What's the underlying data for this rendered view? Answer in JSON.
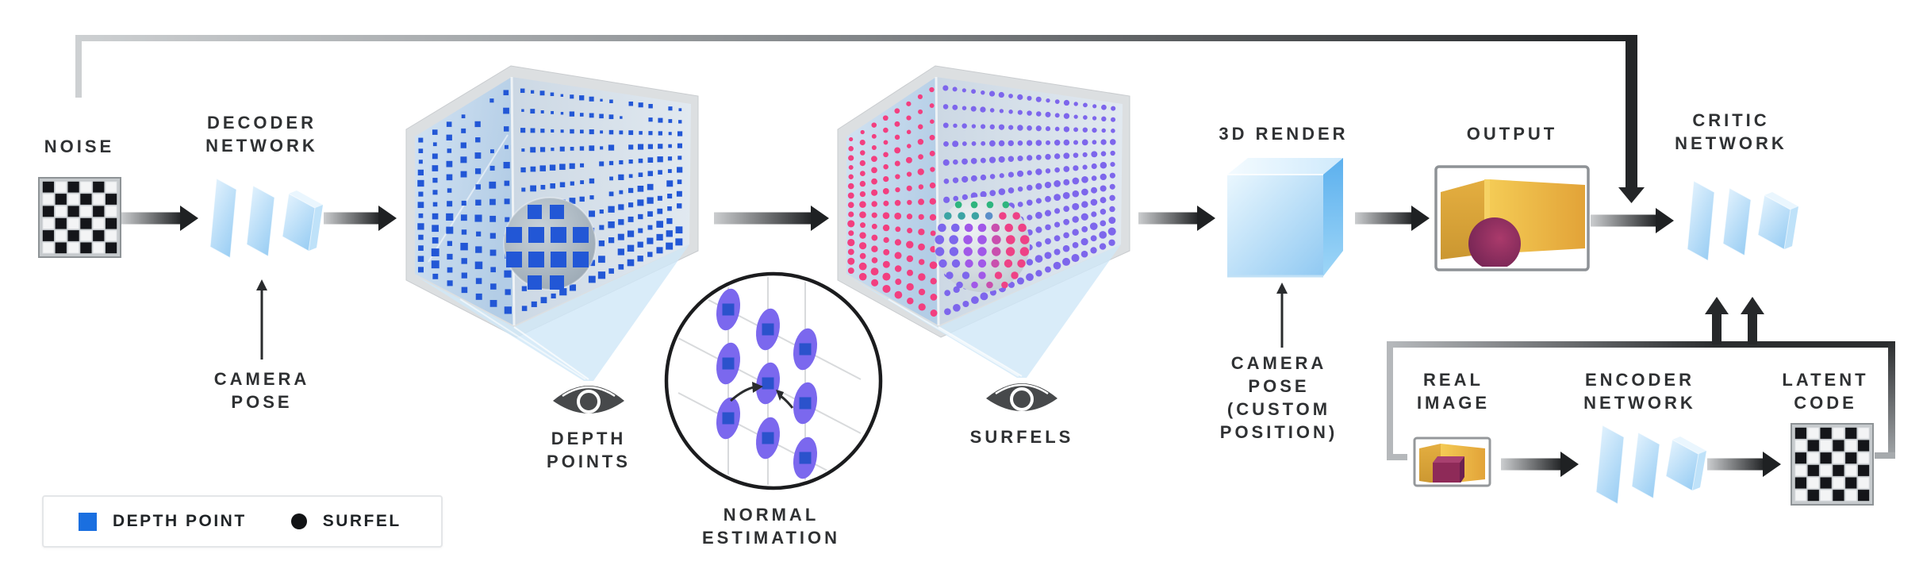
{
  "labels": {
    "noise": "NOISE",
    "decoder": [
      "DECODER",
      "NETWORK"
    ],
    "camera_pose": [
      "CAMERA",
      "POSE"
    ],
    "depth_points": [
      "DEPTH",
      "POINTS"
    ],
    "normal_estimation": [
      "NORMAL",
      "ESTIMATION"
    ],
    "surfels": "SURFELS",
    "render3d": "3D RENDER",
    "camera_pose_custom": [
      "CAMERA",
      "POSE",
      "(CUSTOM",
      "POSITION)"
    ],
    "output": "OUTPUT",
    "critic": [
      "CRITIC",
      "NETWORK"
    ],
    "real_image": [
      "REAL",
      "IMAGE"
    ],
    "encoder": [
      "ENCODER",
      "NETWORK"
    ],
    "latent_code": [
      "LATENT",
      "CODE"
    ]
  },
  "legend": {
    "items": [
      {
        "swatch": "depth-point-square",
        "label": "DEPTH POINT"
      },
      {
        "swatch": "surfel-dot",
        "label": "SURFEL"
      }
    ]
  },
  "icons": {
    "depth_view": "eye-icon",
    "surfel_view": "eye-icon"
  },
  "colors": {
    "depth_point": "#2257d6",
    "legend_square": "#1a6fe0",
    "legend_dot": "#121315",
    "surfel_pink": "#f23f80",
    "surfel_purple": "#7d66ec",
    "sphere_green": "#2eb57e",
    "sphere_teal": "#3ba4a4",
    "sphere_violet": "#a158e8",
    "sphere_magenta": "#c94fae",
    "sphere_pink": "#ee4186",
    "normal_ellipse": "#7b68ee",
    "normal_square": "#2b52cc",
    "arrow_dark": "#1f2123",
    "line_light": "#cdd0d2",
    "text": "#2f3133",
    "cone": "#cfe7f8",
    "gold_dark": "#d9a138",
    "gold_light": "#f2c853",
    "ball_maroon": "#8e2a58",
    "panel_blue": "#9ccff4"
  }
}
